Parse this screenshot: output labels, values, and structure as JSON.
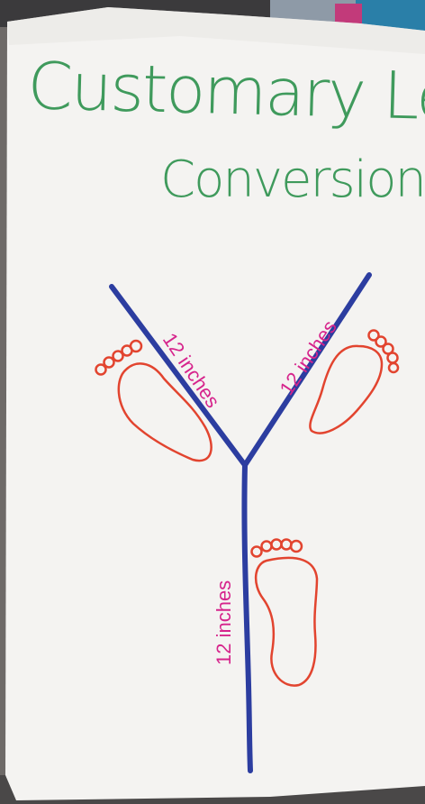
{
  "poster": {
    "title_line1": "Customary Length",
    "title_line2": "Conversion",
    "labels": {
      "left_branch": "12 inches",
      "right_branch": "12 inches",
      "stem": "12 inches"
    }
  },
  "colors": {
    "title_ink": "#3f9a5c",
    "line_ink": "#2c3da0",
    "label_ink": "#d6248c",
    "foot_ink": "#e2442f",
    "paper": "#f4f3f1"
  },
  "icons": [
    "left-footprint-icon",
    "right-footprint-icon",
    "bottom-footprint-icon"
  ]
}
